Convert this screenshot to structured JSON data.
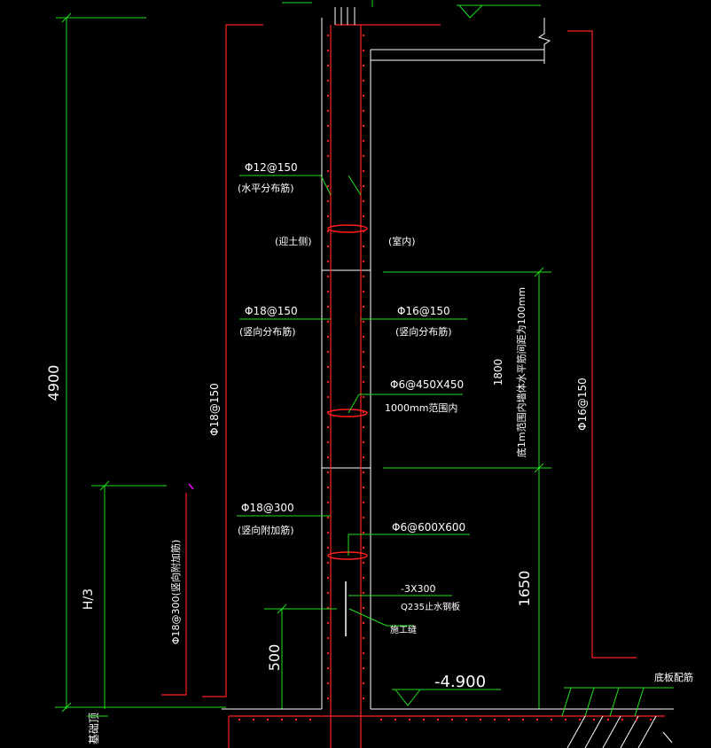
{
  "colors": {
    "background": "#000000",
    "wall": "#ffffff",
    "rebar": "#ff2020",
    "dim": "#20e020",
    "label": "#ffffff",
    "accent": "#ff00ff"
  },
  "dimensions": {
    "overall_height": "4900",
    "span_1800": "1800",
    "span_1650": "1650",
    "span_500": "500",
    "h_third": "H/3"
  },
  "labels": {
    "horiz_bar": "Φ12@150",
    "horiz_bar_note": "(水平分布筋)",
    "soil_side": "(迎土侧)",
    "indoor_side": "(室内)",
    "vert_outer": "Φ18@150",
    "vert_outer_note": "(竖向分布筋)",
    "vert_inner": "Φ16@150",
    "vert_inner_note": "(竖向分布筋)",
    "tie_upper": "Φ6@450X450",
    "tie_upper_range": "1000mm范围内",
    "range_note": "底1m范围内墙体水平筋间距为100mm",
    "vert_add": "Φ18@300",
    "vert_add_note": "(竖向附加筋)",
    "tie_lower": "Φ6@600X600",
    "steel_plate_size": "-3X300",
    "steel_plate_note": "Q235止水钢板",
    "construction_joint": "施工缝",
    "elevation": "-4.900",
    "slab_bars": "底板配筋",
    "foundation_top": "基础顶",
    "left_vert_bar": "Φ18@150",
    "right_vert_bar": "Φ16@150",
    "add_bar_side": "Φ18@300(竖向附加筋)"
  }
}
